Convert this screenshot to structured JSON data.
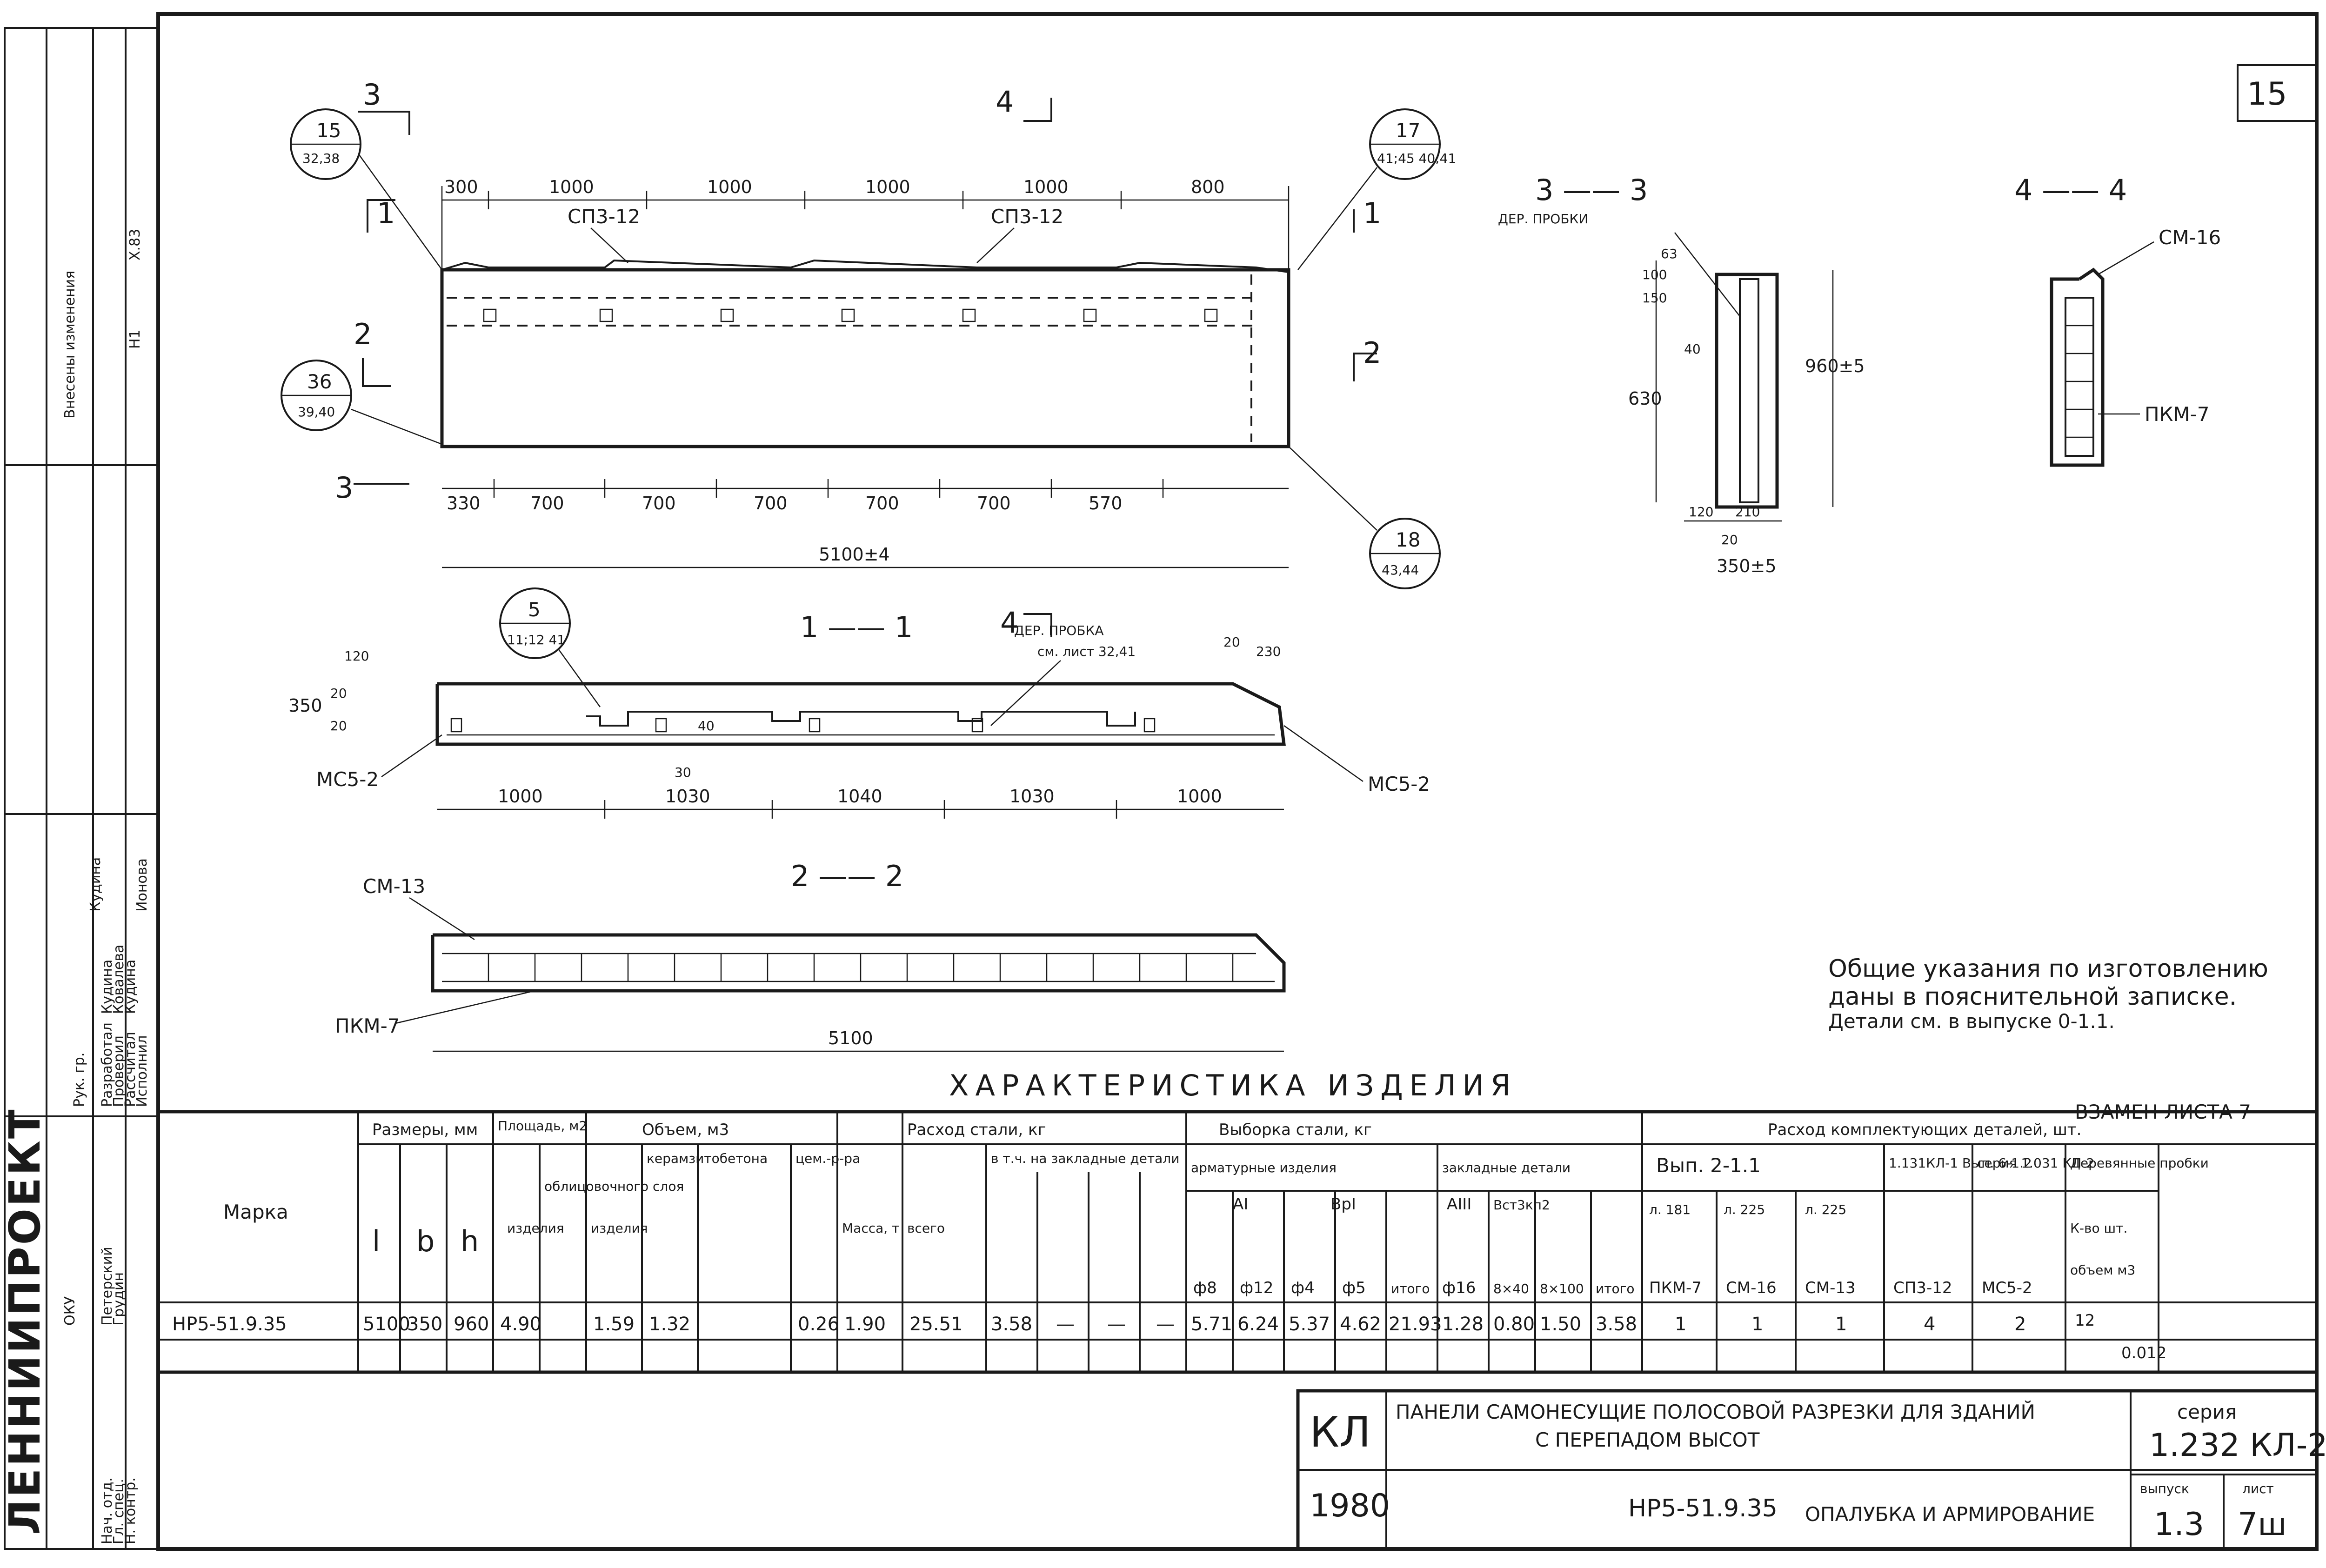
{
  "page": {
    "sheet_number": "15"
  },
  "elevation": {
    "top_dims": [
      "300",
      "1000",
      "1000",
      "1000",
      "1000",
      "800"
    ],
    "bottom_dims": [
      "330",
      "700",
      "700",
      "700",
      "700",
      "700",
      "570"
    ],
    "overall_length": "5100±4",
    "embed_labels": [
      "СП3-12",
      "СП3-12"
    ],
    "section_marks": {
      "s1": "1",
      "s2": "2",
      "s3": "3",
      "s4": "4"
    },
    "callouts": [
      {
        "num": "15",
        "ref": "32,38"
      },
      {
        "num": "17",
        "ref": "41;45 40;41"
      },
      {
        "num": "36",
        "ref": "39,40"
      },
      {
        "num": "18",
        "ref": "43,44"
      },
      {
        "num": "5",
        "ref": "11;12 41"
      }
    ]
  },
  "section_3_3": {
    "title": "3 —— 3",
    "label": "ДЕР. ПРОБКИ",
    "dims_left": [
      "63",
      "150",
      "100",
      "40",
      "630"
    ],
    "dim_height": "960±5",
    "dims_bottom": [
      "120",
      "210",
      "20",
      "350±5"
    ]
  },
  "section_4_4": {
    "title": "4 —— 4",
    "labels": [
      "СМ-16",
      "ПКМ-7"
    ]
  },
  "section_1_1": {
    "title": "1 —— 1",
    "label_top": "ДЕР. ПРОБКА",
    "label_ref": "см. лист 32,41",
    "dims_left": [
      "120",
      "350",
      "20",
      "20"
    ],
    "dims_small": [
      "30",
      "40",
      "20",
      "230"
    ],
    "dims_bottom": [
      "1000",
      "1030",
      "1040",
      "1030",
      "1000"
    ],
    "mc_left": "МС5-2",
    "mc_right": "МС5-2"
  },
  "section_2_2": {
    "title": "2 —— 2",
    "labels": [
      "СМ-13",
      "ПКМ-7"
    ],
    "length": "5100"
  },
  "notes": {
    "line1": "Общие указания по изготовлению",
    "line2": "даны в пояснительной записке.",
    "line3": "Детали см. в выпуске 0-1.1."
  },
  "table": {
    "title": "ХАРАКТЕРИСТИКА ИЗДЕЛИЯ",
    "replace": "ВЗАМЕН ЛИСТА 7",
    "headers": {
      "mark": "Марка",
      "dims": "Размеры, мм",
      "area": "Площадь, м2",
      "volume": "Объем, м3",
      "mass": "Масса, т",
      "steel": "Расход стали, кг",
      "steel_sel": "Выборка стали, кг",
      "parts": "Расход комплектующих деталей, шт.",
      "l": "l",
      "b": "b",
      "h": "h",
      "area_item": "изделия",
      "area_face": "облицовочного слоя",
      "vol_item": "изделия",
      "vol_concrete": "керамзитобетона",
      "vol_cement": "цем.-р-ра",
      "steel_total": "всего",
      "steel_incl": "в т.ч. на закладные детали",
      "rebar": "арматурные изделия",
      "embed": "закладные детали",
      "vyp_a": "Вып. 2-1.1",
      "vyp_b": "1.131КЛ-1 Вып. 6-1.2",
      "vyp_c": "серия 1.031 КЛ-2",
      "wood": "Деревянные пробки",
      "ai": "AI",
      "vri": "BpI",
      "aiii": "AIII",
      "vst": "Вст3кп2",
      "total": "итого",
      "sheets": [
        "л. 181",
        "л. 225",
        "л. 225"
      ],
      "parts_names": [
        "ПКМ-7",
        "СМ-16",
        "СМ-13",
        "СП3-12",
        "МС5-2"
      ],
      "sub_cols": [
        "ф8",
        "ф12",
        "ф4",
        "ф5",
        "итого",
        "ф16",
        "8×40",
        "8×100",
        "итого"
      ],
      "wood_cnt": "К-во шт.",
      "wood_vol": "объем м3"
    },
    "row": {
      "mark": "НР5-51.9.35",
      "l": "5100",
      "b": "350",
      "h": "960",
      "area": "4.90",
      "vol_item": "1.59",
      "vol_concrete": "1.32",
      "vol_cement": "0.26",
      "mass": "1.90",
      "steel_total": "25.51",
      "steel_embed": "3.58",
      "dashes": [
        "—",
        "—",
        "—"
      ],
      "steel_vals": [
        "5.71",
        "6.24",
        "5.37",
        "4.62",
        "21.93",
        "1.28",
        "0.80",
        "1.50",
        "3.58"
      ],
      "parts_vals": [
        "1",
        "1",
        "1",
        "4",
        "2"
      ],
      "wood_cnt": "12",
      "wood_vol": "0.012"
    }
  },
  "titleblock": {
    "org": "ЛЕННИИПРОЕКТ",
    "code": "КЛ",
    "year": "1980",
    "title1": "ПАНЕЛИ САМОНЕСУЩИЕ ПОЛОСОВОЙ РАЗРЕЗКИ ДЛЯ ЗДАНИЙ",
    "title2": "С ПЕРЕПАДОМ ВЫСОТ",
    "mark": "НР5-51.9.35",
    "sheet_name": "ОПАЛУБКА И АРМИРОВАНИЕ",
    "series_label": "серия",
    "series": "1.232 КЛ-2",
    "issue_label": "выпуск",
    "sheet_label": "лист",
    "issue": "1.3",
    "sheet": "7ш",
    "roles": [
      "Разработал",
      "Проверил",
      "Рассчитал",
      "Исполнил",
      "Рук. гр.",
      "Нач. отд.",
      "Гл. спец.",
      "Н. контр."
    ],
    "names": [
      "Кудина",
      "Ковалева",
      "Кудина",
      "Ионова",
      "Кудина",
      "Петерский",
      "Грудин"
    ],
    "changes": "Внесены изменения",
    "dept": "ОКУ",
    "sig_dates": [
      "X.83",
      "Н1"
    ]
  }
}
